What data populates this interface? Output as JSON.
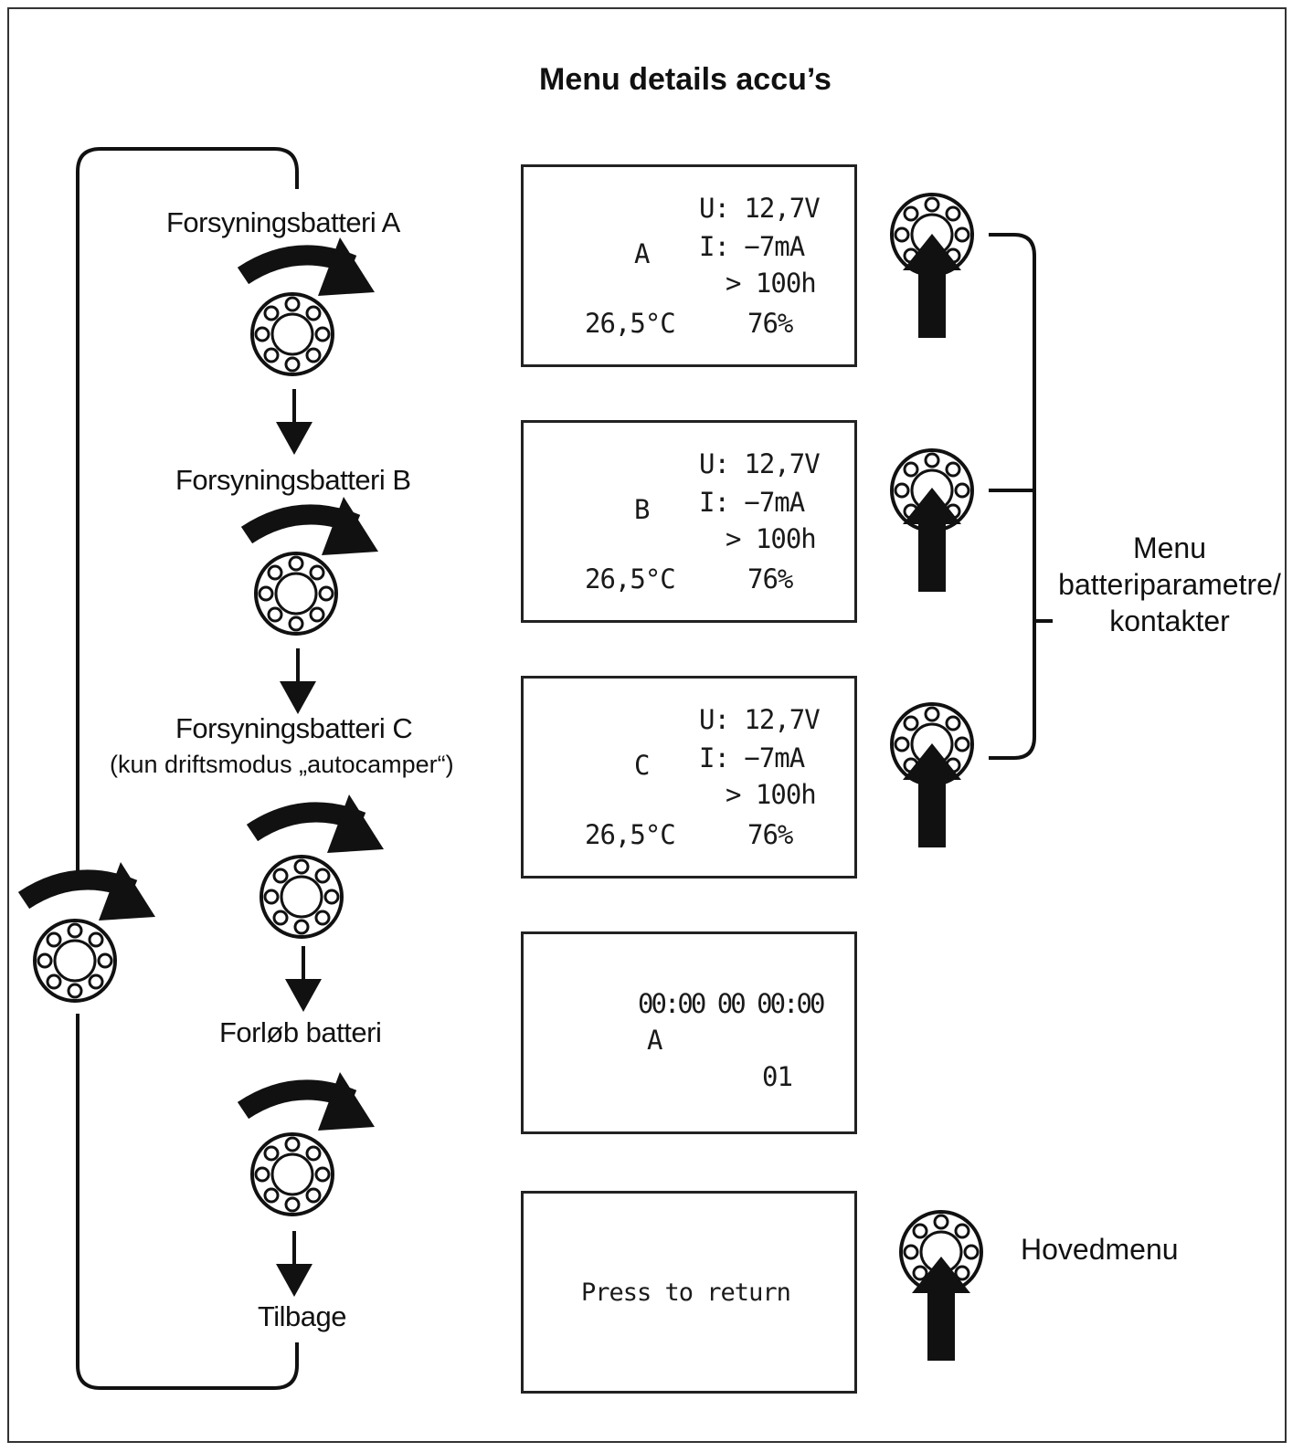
{
  "title": "Menu details accu’s",
  "steps": {
    "a": "Forsyningsbatteri  A",
    "b": "Forsyningsbatteri  B",
    "c": "Forsyningsbatteri  C",
    "c_note": "(kun driftsmodus „autocamper“)",
    "history": "Forløb batteri",
    "back": "Tilbage"
  },
  "side_labels": {
    "params": [
      "Menu",
      "batteriparametre/",
      "kontakter"
    ],
    "main_menu": "Hovedmenu"
  },
  "screens": {
    "battery": [
      {
        "id": "A",
        "voltage": "U: 12,7V",
        "current": "I:  −7mA",
        "time": "> 100h",
        "temp": "26,5°C",
        "charge": "76%"
      },
      {
        "id": "B",
        "voltage": "U: 12,7V",
        "current": "I:  −7mA",
        "time": "> 100h",
        "temp": "26,5°C",
        "charge": "76%"
      },
      {
        "id": "C",
        "voltage": "U: 12,7V",
        "current": "I:  −7mA",
        "time": "> 100h",
        "temp": "26,5°C",
        "charge": "76%"
      }
    ],
    "history": {
      "datetime": "00:00 00 00:00",
      "battery": "A",
      "index": "01"
    },
    "return": {
      "text": "Press  to  return"
    }
  },
  "icons": [
    "rotary-knob-icon",
    "rotate-clockwise-icon",
    "down-arrow-icon",
    "push-arrow-icon",
    "battery-box-icon",
    "battery-arrow-icon",
    "clock-icon",
    "thermometer-icon",
    "charge-level-icon",
    "battery-calendar-icon"
  ],
  "colors": {
    "ink": "#111111",
    "border": "#222222",
    "background": "#ffffff"
  }
}
